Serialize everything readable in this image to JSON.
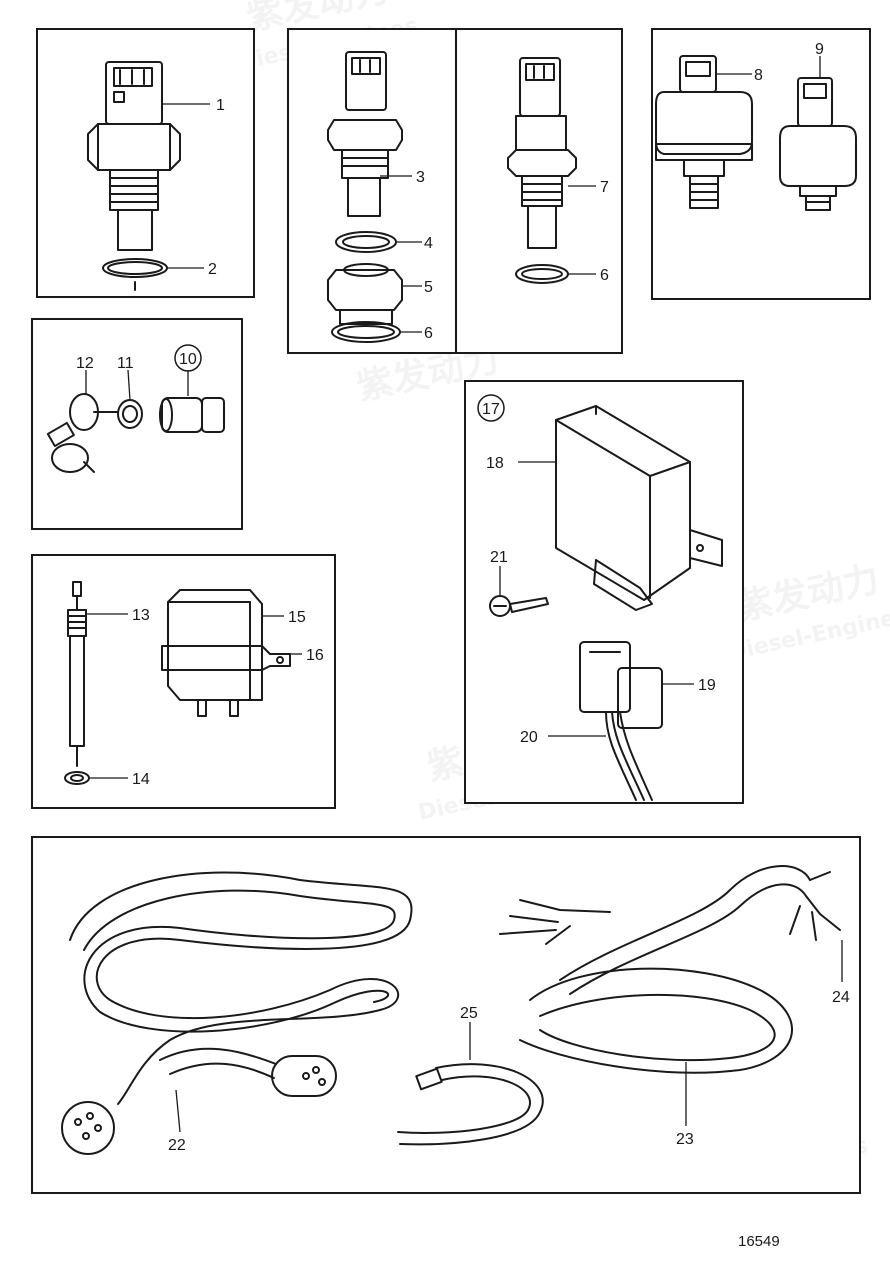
{
  "diagram": {
    "figure_number": "16549",
    "watermark": {
      "brand_cn": "紫发动力",
      "brand_en": "Diesel-Engines"
    },
    "callouts": [
      "1",
      "2",
      "3",
      "4",
      "5",
      "6",
      "6",
      "7",
      "8",
      "9",
      "10",
      "11",
      "12",
      "13",
      "14",
      "15",
      "16",
      "17",
      "18",
      "19",
      "20",
      "21",
      "22",
      "23",
      "24",
      "25"
    ]
  }
}
